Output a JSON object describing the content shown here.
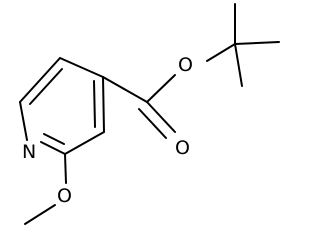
{
  "molecule": {
    "atoms": {
      "ring_nitrogen": "N",
      "methoxy_oxygen": "O",
      "ester_oxygen": "O",
      "carbonyl_oxygen": "O"
    }
  }
}
